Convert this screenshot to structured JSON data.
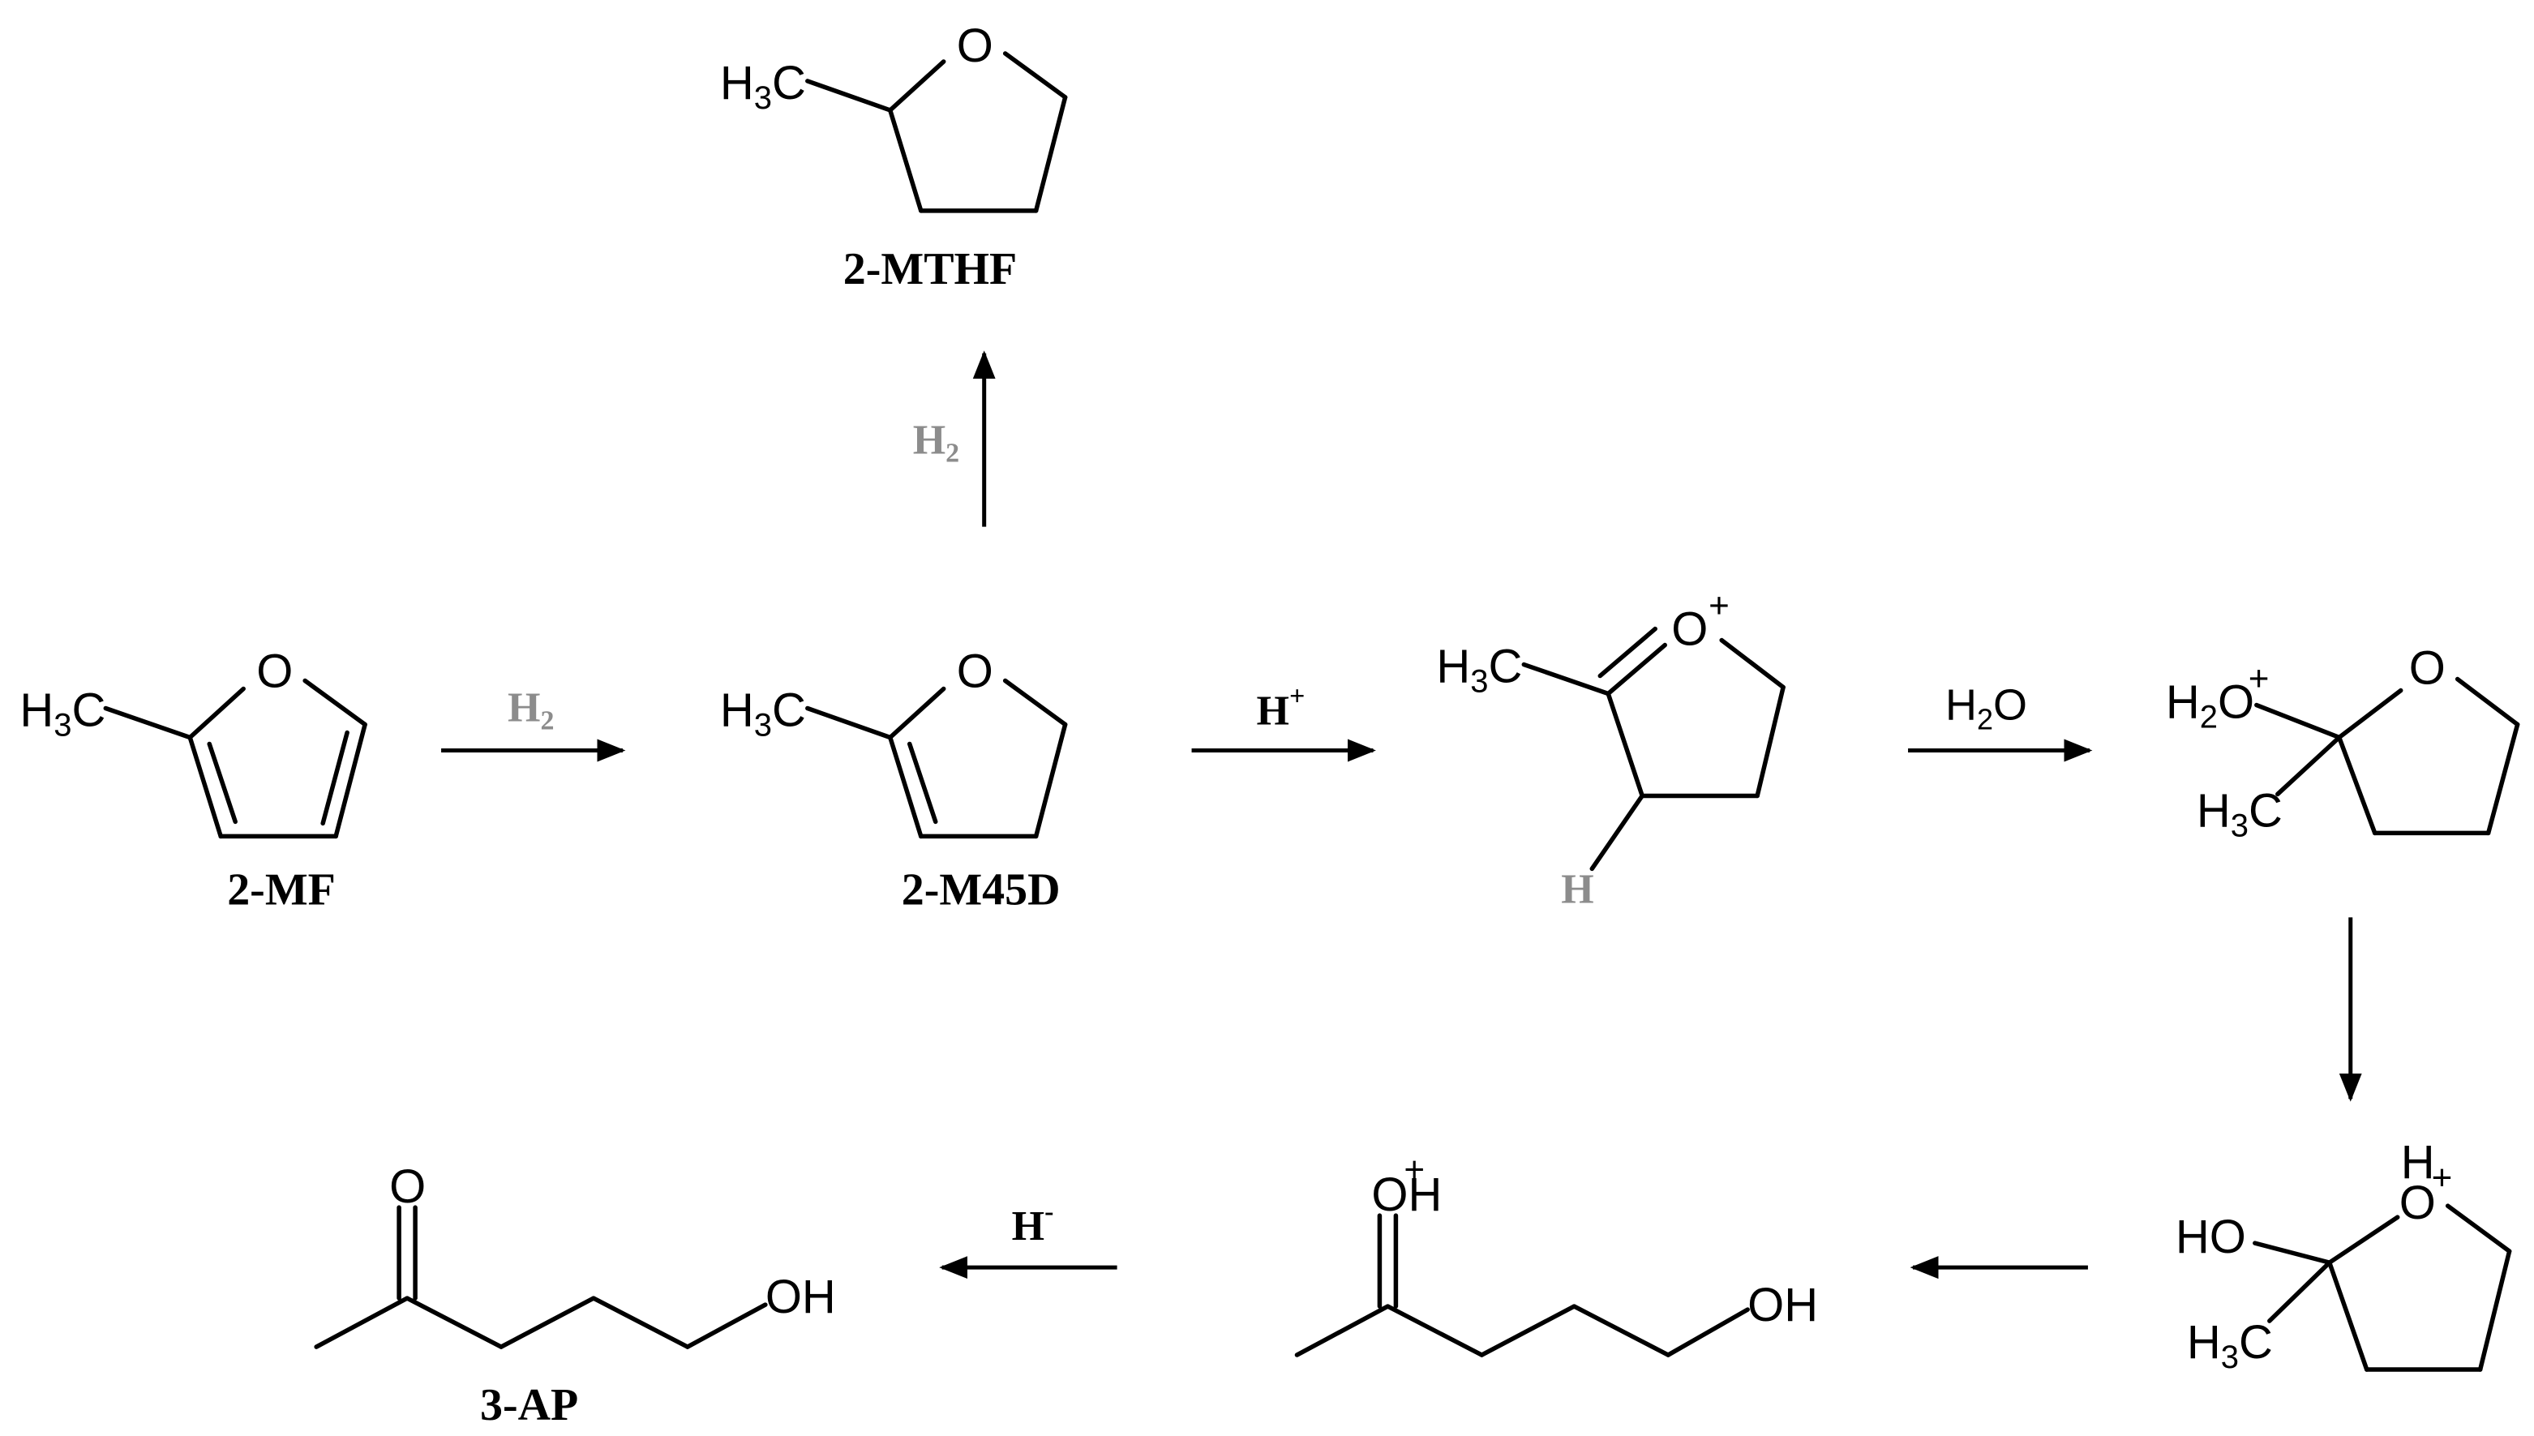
{
  "compounds": {
    "mf": {
      "label": "2-MF",
      "methyl": "H3C",
      "oxygen": "O"
    },
    "m45d": {
      "label": "2-M45D",
      "methyl": "H3C",
      "oxygen": "O"
    },
    "mthf": {
      "label": "2-MTHF",
      "methyl": "H3C",
      "oxygen": "O"
    },
    "oxocarbenium": {
      "methyl": "H3C",
      "oxygen": "O",
      "charge": "+",
      "hydrogen": "H"
    },
    "hydrated": {
      "oxonium": "H2O",
      "charge": "+",
      "methyl": "H3C",
      "oxygen": "O"
    },
    "protonated_hemiketal": {
      "hydroxyl": "HO",
      "methyl": "H3C",
      "oxonium": "H",
      "charge": "+",
      "oxygen": "O"
    },
    "protonated_ketone": {
      "oxonium": "OH",
      "charge": "+",
      "hydroxyl": "OH"
    },
    "ap": {
      "label": "3-AP",
      "carbonyl": "O",
      "hydroxyl": "OH"
    }
  },
  "reagents": {
    "step1": {
      "text": "H",
      "sub": "2",
      "color": "#8c8c8c"
    },
    "step2": {
      "text": "H",
      "sub": "2",
      "color": "#8c8c8c"
    },
    "step3": {
      "text": "H",
      "sup": "+"
    },
    "step4": {
      "text": "H",
      "sub": "2",
      "tail": "O"
    },
    "step7": {
      "text": "H",
      "sup": "-"
    }
  }
}
